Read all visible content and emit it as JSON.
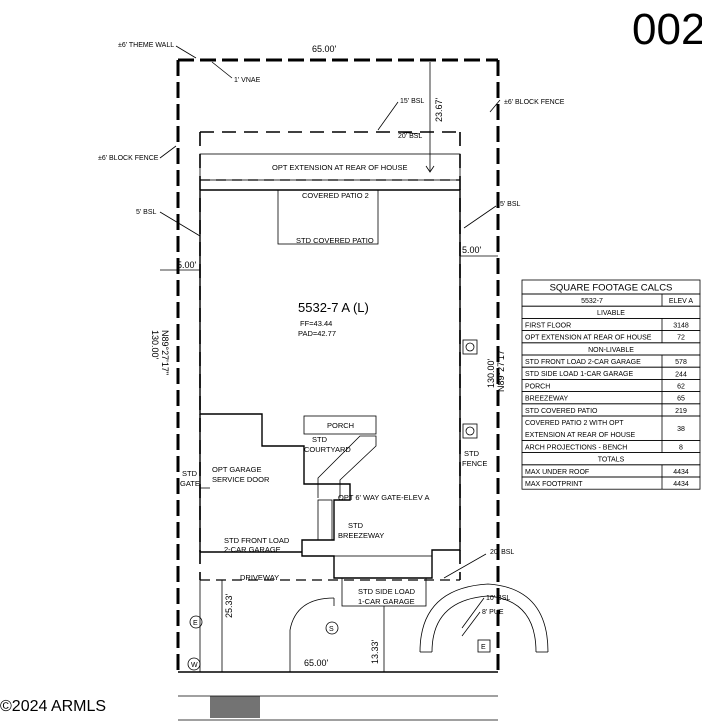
{
  "sheet_number": "002",
  "copyright": "2024 ARMLS",
  "labels": {
    "theme_wall": "±6' THEME WALL",
    "vnae": "1' VNAE",
    "bsl_15": "15' BSL",
    "bsl_20_top": "20' BSL",
    "block_fence_right": "±6' BLOCK FENCE",
    "block_fence_left": "±6' BLOCK FENCE",
    "opt_extension": "OPT EXTENSION AT REAR OF HOUSE",
    "covered_patio_2": "COVERED PATIO 2",
    "std_covered_patio": "STD COVERED PATIO",
    "bsl_5_left": "5' BSL",
    "bsl_5_right": "5' BSL",
    "house_plan": "5532-7 A (L)",
    "ff": "FF=43.44",
    "pad": "PAD=42.77",
    "porch": "PORCH",
    "std_courtyard_1": "STD",
    "std_courtyard_2": "COURTYARD",
    "opt_garage_1": "OPT GARAGE",
    "opt_garage_2": "SERVICE DOOR",
    "std_gate_1": "STD",
    "std_gate_2": "GATE",
    "opt_gate": "OPT 6' WAY GATE-ELEV A",
    "std_breezeway_1": "STD",
    "std_breezeway_2": "BREEZEWAY",
    "std_front_load_1": "STD FRONT LOAD",
    "std_front_load_2": "2-CAR GARAGE",
    "driveway": "DRIVEWAY",
    "std_side_load_1": "STD SIDE LOAD",
    "std_side_load_2": "1-CAR GARAGE",
    "std_fence_1": "STD",
    "std_fence_2": "FENCE",
    "bsl_20_bottom": "20' BSL",
    "bsl_10": "10' BSL",
    "pue_8": "8' PUE",
    "marker_e_left": "E",
    "marker_s": "S",
    "marker_w": "W",
    "marker_e_right": "E"
  },
  "dimensions": {
    "top_width": "65.00'",
    "rear_setback": "23.67'",
    "right_side": "5.00'",
    "left_side": "5.00'",
    "left_length": "130.00'",
    "left_bearing": "N89°27'17\"",
    "right_length": "130.00'",
    "right_bearing": "N89°27'17\"",
    "front_left": "25.33'",
    "front_right": "13.33'",
    "bottom_width": "65.00'"
  },
  "sqft_table": {
    "title": "SQUARE FOOTAGE CALCS",
    "header": [
      "5532-7",
      "ELEV A"
    ],
    "rows": [
      {
        "kind": "section",
        "label": "LIVABLE"
      },
      {
        "kind": "row",
        "label": "FIRST FLOOR",
        "value": "3148"
      },
      {
        "kind": "row",
        "label": "OPT EXTENSION AT REAR OF HOUSE",
        "value": "72"
      },
      {
        "kind": "section",
        "label": "NON-LIVABLE"
      },
      {
        "kind": "row",
        "label": "STD FRONT LOAD 2-CAR GARAGE",
        "value": "578"
      },
      {
        "kind": "row",
        "label": "STD SIDE LOAD 1-CAR GARAGE",
        "value": "244"
      },
      {
        "kind": "row",
        "label": "PORCH",
        "value": "62"
      },
      {
        "kind": "row",
        "label": "BREEZEWAY",
        "value": "65"
      },
      {
        "kind": "row",
        "label": "STD COVERED PATIO",
        "value": "219"
      },
      {
        "kind": "row2",
        "label": "COVERED PATIO 2 WITH OPT",
        "label2": "EXTENSION AT REAR OF HOUSE",
        "value": "38"
      },
      {
        "kind": "row",
        "label": "ARCH PROJECTIONS - BENCH",
        "value": "8"
      },
      {
        "kind": "section",
        "label": "TOTALS"
      },
      {
        "kind": "row",
        "label": "MAX UNDER ROOF",
        "value": "4434"
      },
      {
        "kind": "row",
        "label": "MAX FOOTPRINT",
        "value": "4434"
      }
    ]
  }
}
